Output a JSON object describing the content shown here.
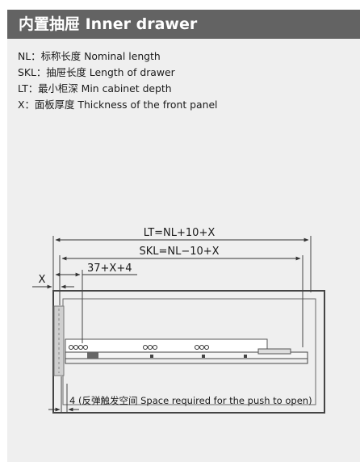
{
  "header": {
    "title": "内置抽屉  Inner drawer"
  },
  "legend": [
    "NL：标称长度 Nominal length",
    "SKL：抽屉长度 Length of drawer",
    "LT：最小柜深  Min cabinet depth",
    "X：面板厚度  Thickness of the front panel"
  ],
  "diagram": {
    "dim_lt": "LT=NL+10+X",
    "dim_skl": "SKL=NL−10+X",
    "dim_front": "37+X+4",
    "dim_x": "X",
    "dim_push": "4 (反弹触发空间 Space required for the push to open)"
  },
  "colors": {
    "header_bg": "#636363",
    "panel_bg": "#efefef",
    "cabinet": "#444444"
  }
}
